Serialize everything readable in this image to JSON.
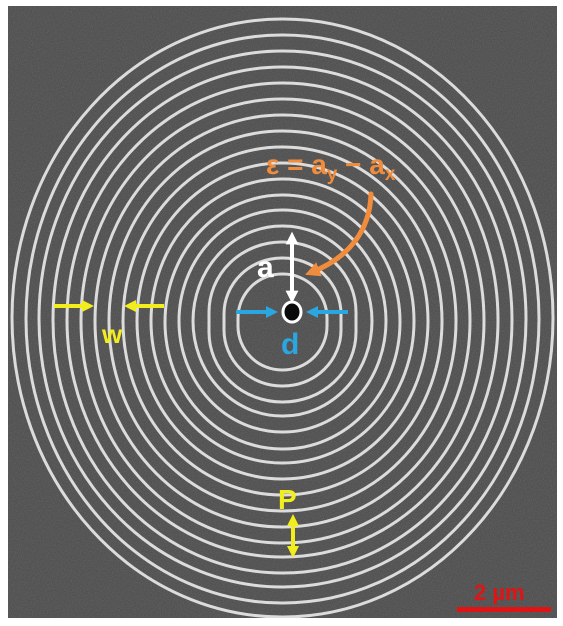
{
  "image": {
    "kind": "sem-micrograph",
    "subject": "elliptical bullseye grating with central aperture",
    "background_color": "#4a4a4a",
    "ring_color": "#dcdcdc"
  },
  "annotations": {
    "epsilon": {
      "prefix": "ε = a",
      "sub_y": "y",
      "minus": " − a",
      "sub_x": "x",
      "color": "#f08c3c"
    },
    "a": {
      "text": "a",
      "color": "#ffffff"
    },
    "d": {
      "text": "d",
      "color": "#2aa6e0"
    },
    "w": {
      "text": "w",
      "color": "#f2ee1e"
    },
    "P": {
      "text": "P",
      "color": "#f2ee1e"
    }
  },
  "scale_bar": {
    "label": "2 µm",
    "color": "#e01414"
  }
}
